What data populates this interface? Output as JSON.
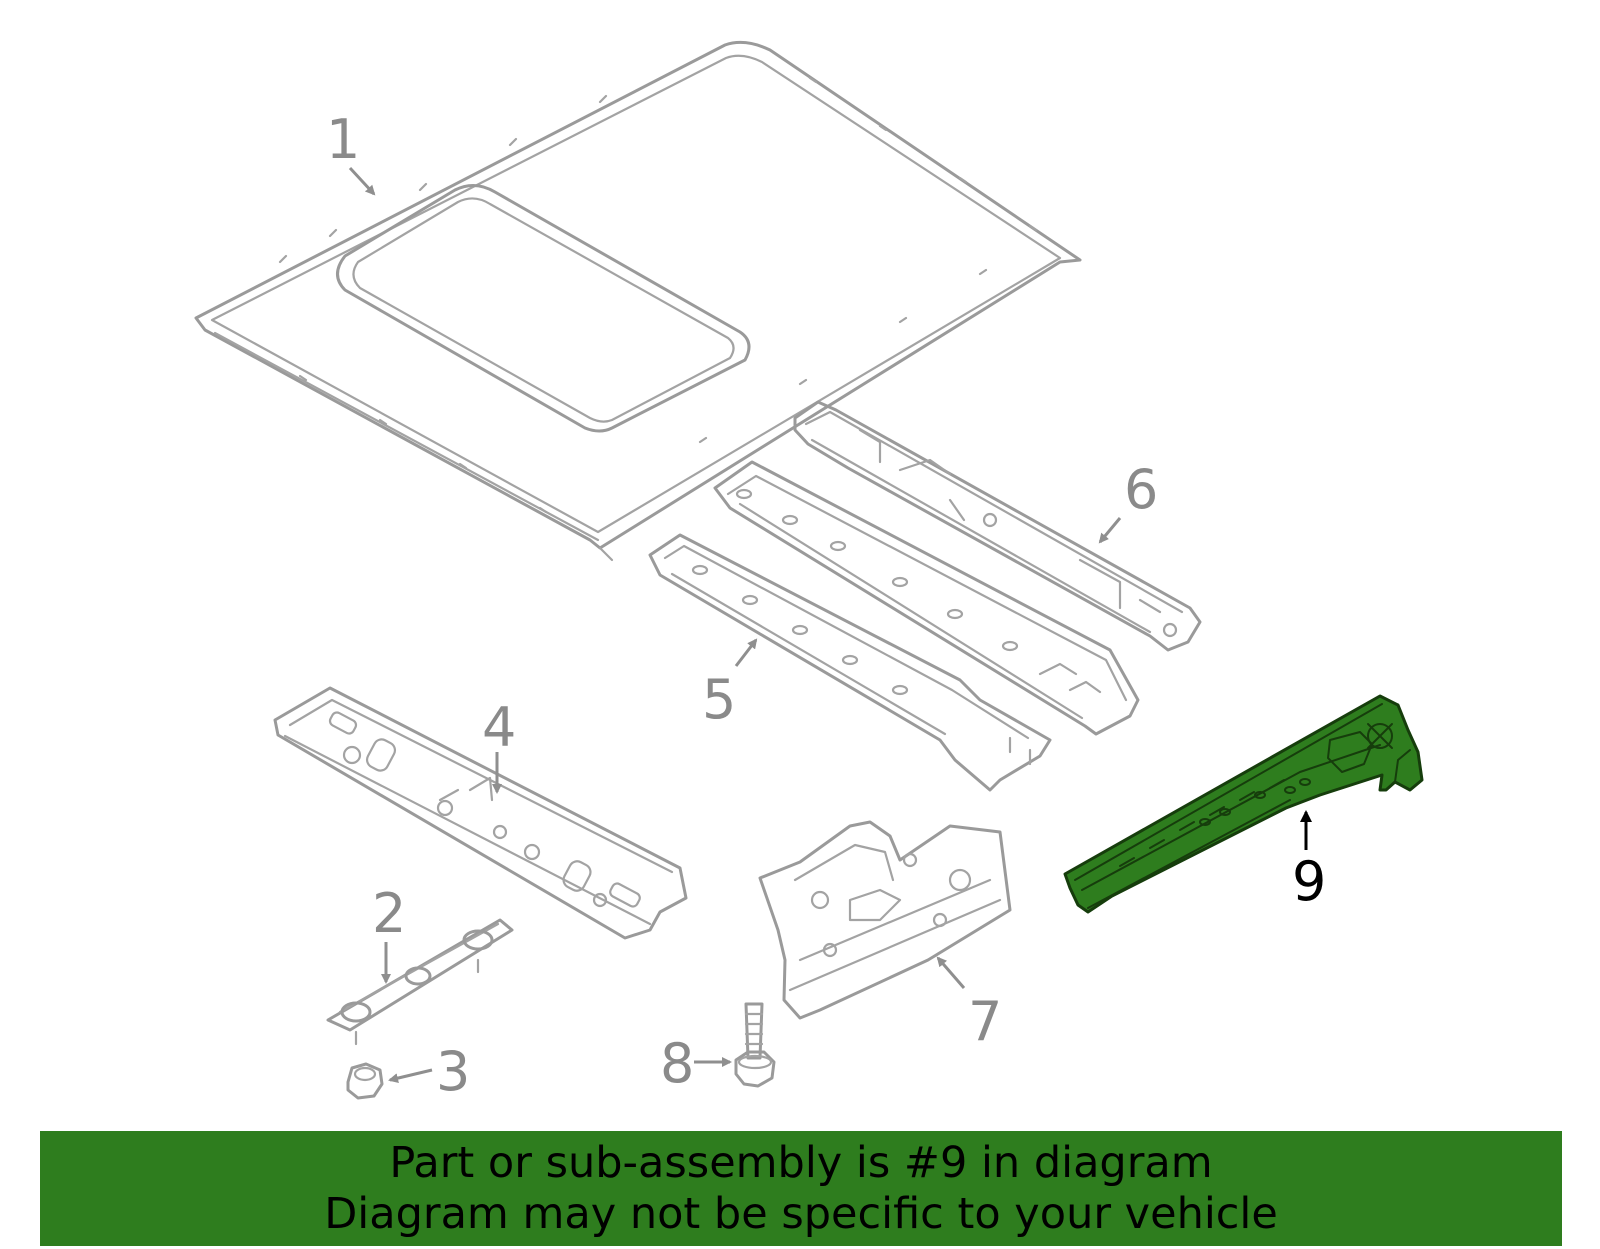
{
  "highlight_color": "#2e7d1e",
  "selected_part": "9",
  "callouts": {
    "c1": "1",
    "c2": "2",
    "c3": "3",
    "c4": "4",
    "c5": "5",
    "c6": "6",
    "c7": "7",
    "c8": "8",
    "c9": "9"
  },
  "banner": {
    "line1": "Part or sub-assembly is #9 in diagram",
    "line2": "Diagram may not be specific to your vehicle"
  }
}
